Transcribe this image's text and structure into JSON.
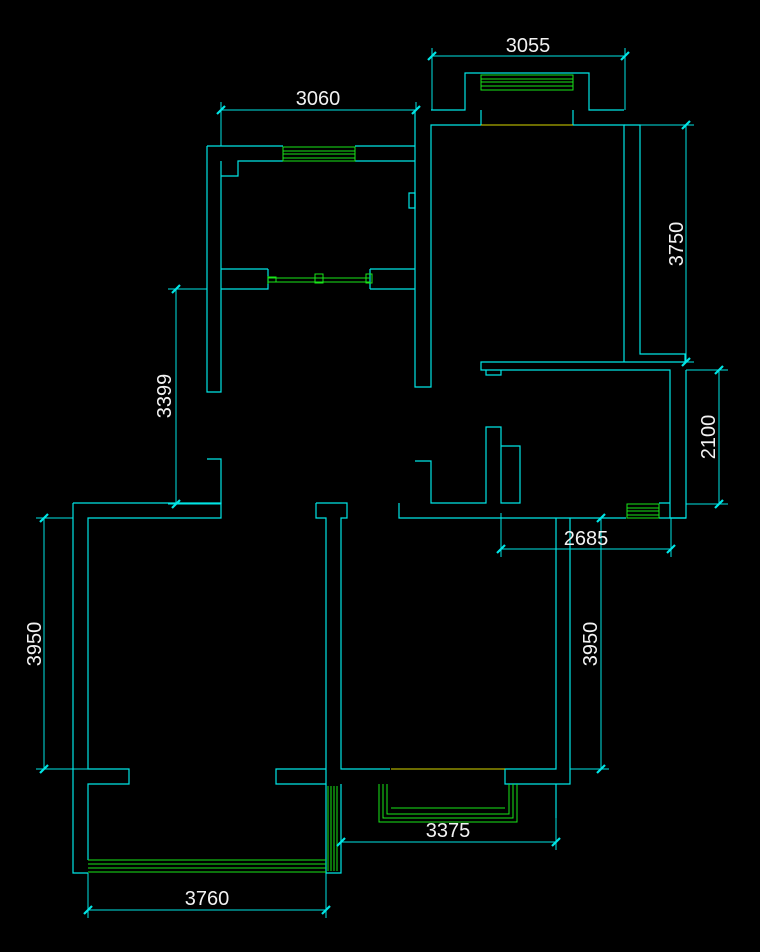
{
  "drawing": {
    "background_color": "#000000",
    "wall_color": "#00e5e5",
    "window_color": "#19e619",
    "dimension_text_color": "#f2f2f2"
  },
  "dimensions": {
    "top_right": "3055",
    "top_left": "3060",
    "right_upper": "3750",
    "left_middle": "3399",
    "right_middle": "2100",
    "middle_right": "2685",
    "left_lower": "3950",
    "center_lower": "3950",
    "bottom_middle": "3375",
    "bottom_left": "3760"
  }
}
